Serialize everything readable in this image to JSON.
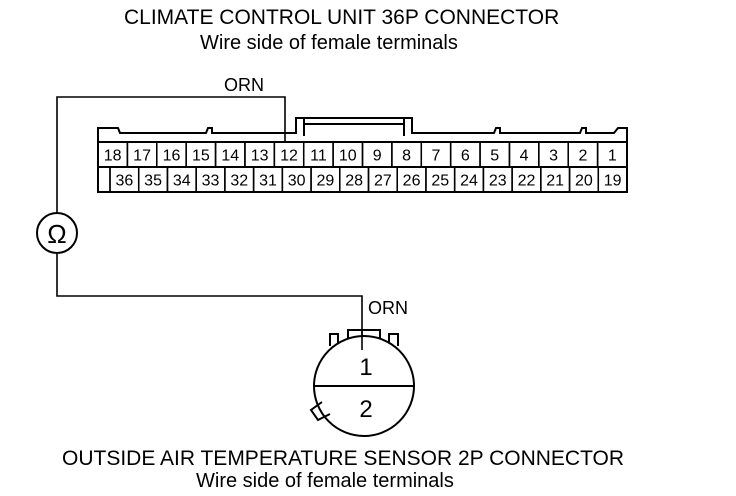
{
  "top_connector": {
    "title": "CLIMATE CONTROL UNIT 36P CONNECTOR",
    "subtitle": "Wire side of female terminals",
    "row1": [
      "18",
      "17",
      "16",
      "15",
      "14",
      "13",
      "12",
      "11",
      "10",
      "9",
      "8",
      "7",
      "6",
      "5",
      "4",
      "3",
      "2",
      "1"
    ],
    "row2": [
      "36",
      "35",
      "34",
      "33",
      "32",
      "31",
      "30",
      "29",
      "28",
      "27",
      "26",
      "25",
      "24",
      "23",
      "22",
      "21",
      "20",
      "19"
    ],
    "probe_terminal": "12"
  },
  "wire_top_label": "ORN",
  "wire_bottom_label": "ORN",
  "meter_symbol": "Ω",
  "bottom_connector": {
    "title": "OUTSIDE AIR TEMPERATURE SENSOR 2P CONNECTOR",
    "subtitle": "Wire side of female terminals",
    "terminals": [
      "1",
      "2"
    ],
    "probe_terminal": "1"
  }
}
